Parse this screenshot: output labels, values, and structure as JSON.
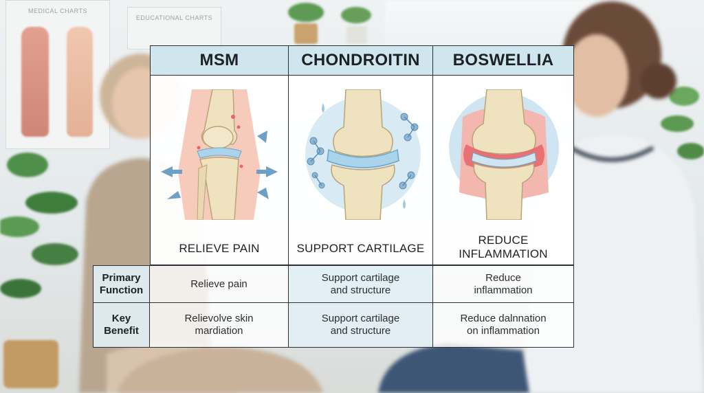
{
  "background": {
    "poster_left_caption": "MEDICAL CHARTS",
    "poster_right_caption": "EDUCATIONAL CHARTS"
  },
  "columns": [
    {
      "header": "MSM",
      "panel_title": "RELIEVE PAIN"
    },
    {
      "header": "CHONDROITIN",
      "panel_title": "SUPPORT CARTILAGE"
    },
    {
      "header": "BOSWELLIA",
      "panel_title_line1": "REDUCE",
      "panel_title_line2": "INFLAMMATION"
    }
  ],
  "rows": [
    {
      "label_line1": "Primary",
      "label_line2": "Function",
      "cells": [
        {
          "line1": "Relieve pain",
          "line2": ""
        },
        {
          "line1": "Support cartilage",
          "line2": "and structure"
        },
        {
          "line1": "Reduce",
          "line2": "inflammation"
        }
      ]
    },
    {
      "label_line1": "Key",
      "label_line2": "Benefit",
      "cells": [
        {
          "line1": "Relievolve skin",
          "line2": "mardiation"
        },
        {
          "line1": "Support cartilage",
          "line2": "and structure"
        },
        {
          "line1": "Reduce dalnnation",
          "line2": "on inflammation"
        }
      ]
    }
  ],
  "colors": {
    "header_bg": "#cfe6ef",
    "bone": "#efe2bf",
    "cartilage": "#a9d4ec",
    "inflammation": "#e5656a"
  }
}
